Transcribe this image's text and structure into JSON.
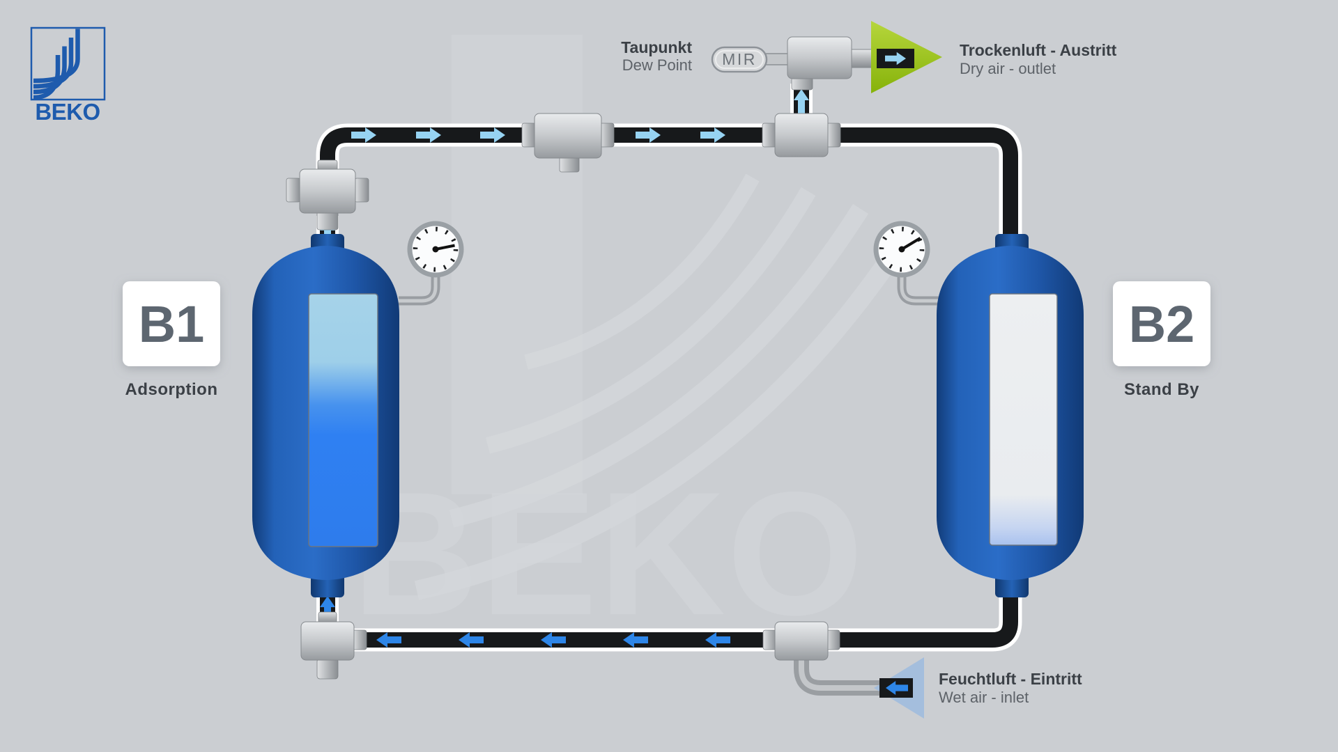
{
  "logo": {
    "text": "BEKO"
  },
  "watermark": {
    "text": "BEKO"
  },
  "sensor": {
    "label": "MIR"
  },
  "dew_point": {
    "title": "Taupunkt",
    "subtitle": "Dew Point"
  },
  "outlet": {
    "title": "Trockenluft - Austritt",
    "subtitle": "Dry air - outlet"
  },
  "inlet": {
    "title": "Feuchtluft - Eintritt",
    "subtitle": "Wet air - inlet"
  },
  "vessels": {
    "b1": {
      "id": "B1",
      "status": "Adsorption"
    },
    "b2": {
      "id": "B2",
      "status": "Stand By"
    }
  },
  "colors": {
    "background": "#cbced2",
    "brand_blue": "#1e5bad",
    "pipe_black": "#17191b",
    "flow_light_blue": "#97d3f2",
    "flow_dark_blue": "#2e86e8",
    "outlet_green": "#9cc41d",
    "inlet_triangle_blue": "#9dbbdf",
    "vessel_blue": "#2a6cc6",
    "label_dark": "#3b4046",
    "label_gray": "#5d6268"
  }
}
